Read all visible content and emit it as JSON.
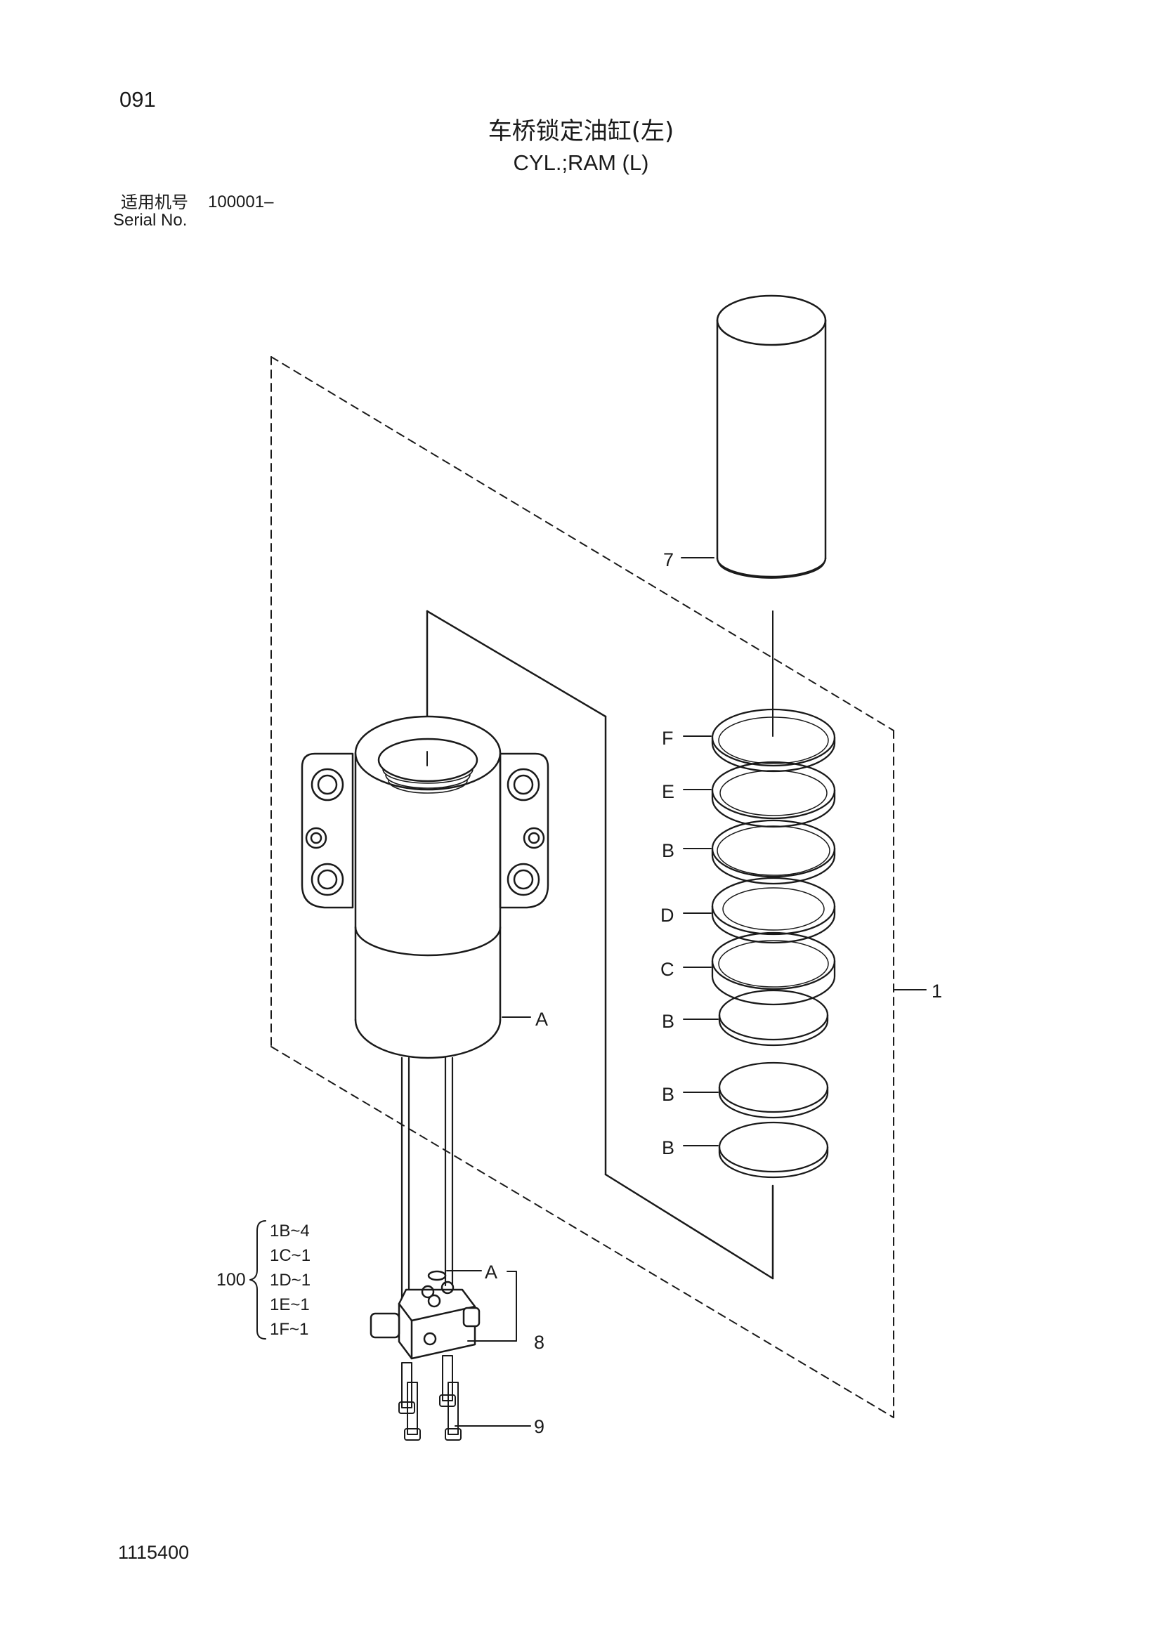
{
  "page_number": "091",
  "title_cn": "车桥锁定油缸(左)",
  "title_en": "CYL.;RAM (L)",
  "serial": {
    "label_cn": "适用机号",
    "range": "100001–",
    "label_en": "Serial No."
  },
  "drawing_code": "1115400",
  "callouts": {
    "part_7": "7",
    "part_1": "1",
    "part_8": "8",
    "part_9": "9",
    "ring_f": "F",
    "ring_e": "E",
    "ring_b1": "B",
    "ring_d": "D",
    "ring_c": "C",
    "ring_b2": "B",
    "ring_b3": "B",
    "ring_b4": "B",
    "body_a": "A",
    "rod_a": "A"
  },
  "kit": {
    "number": "100",
    "items": [
      "1B~4",
      "1C~1",
      "1D~1",
      "1E~1",
      "1F~1"
    ]
  }
}
